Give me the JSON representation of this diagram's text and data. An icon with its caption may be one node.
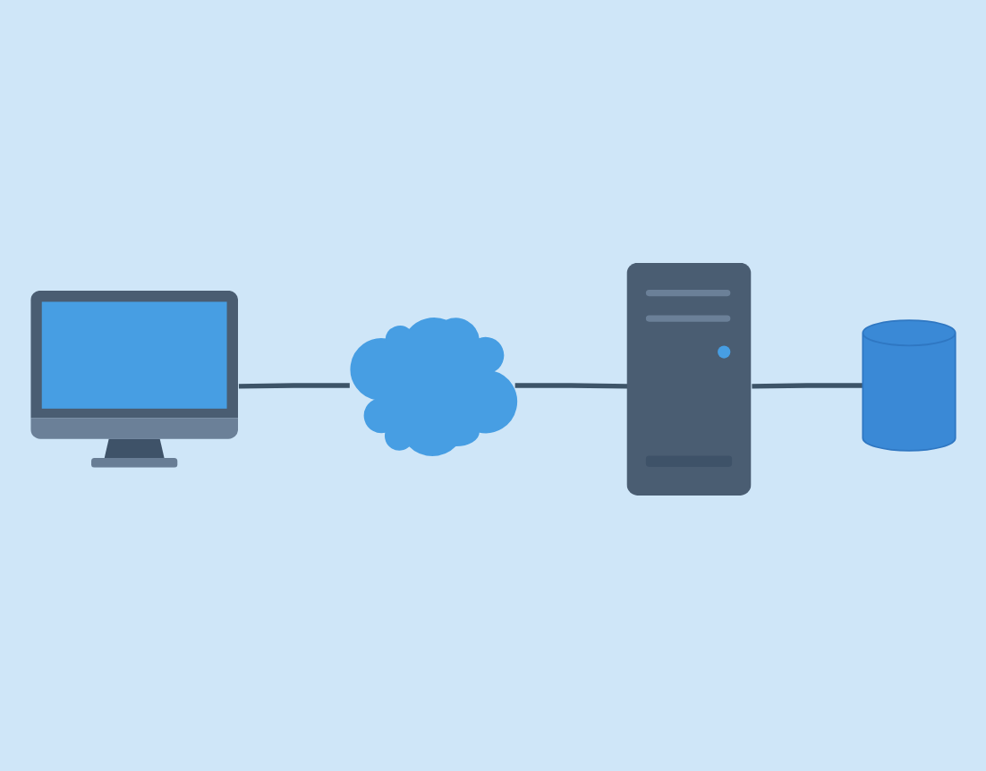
{
  "diagram": {
    "nodes": [
      {
        "text": [],
        "shape": "picture"
      },
      {
        "text": [],
        "shape": "cloud"
      },
      {
        "text": [],
        "shape": "picture"
      },
      {
        "text": [],
        "shape": "cylinder"
      }
    ],
    "edges": [
      {
        "from": 0,
        "to": 1,
        "arrow": "none"
      },
      {
        "from": 1,
        "to": 2,
        "arrow": "none"
      },
      {
        "from": 2,
        "to": 3,
        "arrow": "none"
      }
    ]
  }
}
